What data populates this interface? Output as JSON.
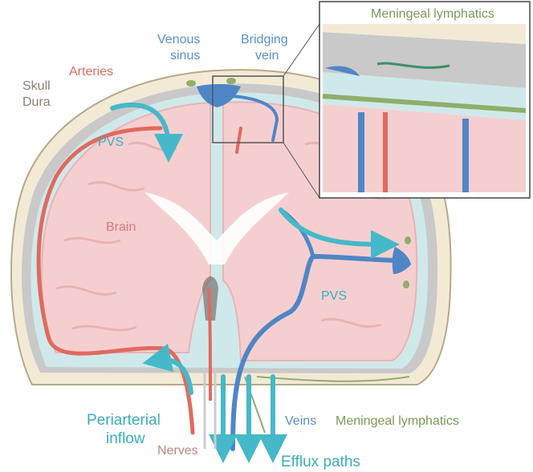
{
  "labels": {
    "skull": "Skull",
    "dura": "Dura",
    "arteries": "Arteries",
    "venous_sinus_1": "Venous",
    "venous_sinus_2": "sinus",
    "bridging_vein_1": "Bridging",
    "bridging_vein_2": "vein",
    "pvs_top": "PVS",
    "pvs_right": "PVS",
    "brain": "Brain",
    "meningeal_lymphatics_inset": "Meningeal lymphatics",
    "meningeal_lymphatics_bottom": "Meningeal lymphatics",
    "veins": "Veins",
    "periarterial_1": "Periarterial",
    "periarterial_2": "inflow",
    "nerves": "Nerves",
    "efflux": "Efflux paths"
  },
  "colors": {
    "skull": "#f3ead6",
    "skull_stroke": "#b7a98a",
    "dura": "#c9c9c9",
    "csf": "#cfe9ea",
    "brain": "#f5cfd0",
    "brain_fold": "#e9b3b6",
    "artery": "#e06a5f",
    "vein": "#4f86c6",
    "flow": "#45b9c9",
    "lymph": "#8fae6a",
    "text_gray": "#8c8275",
    "text_red": "#e06a5f",
    "text_blue": "#5b8fcf",
    "text_teal": "#3aaec0",
    "text_green": "#7a9a56",
    "text_brown": "#b88a7a"
  }
}
